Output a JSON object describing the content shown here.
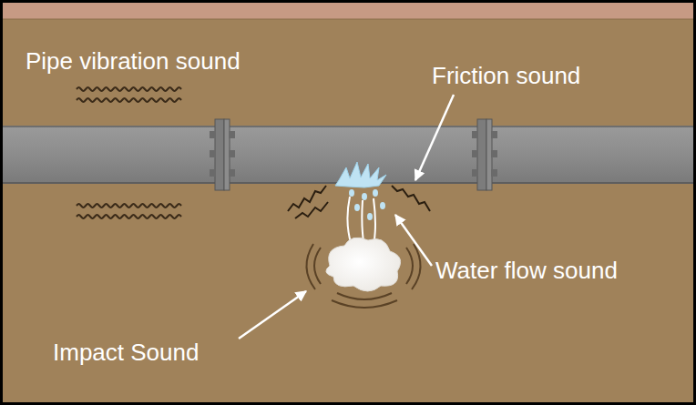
{
  "diagram": {
    "labels": [
      "Pipe vibration sound",
      "Friction sound",
      "Water flow sound",
      "Impact Sound"
    ]
  }
}
